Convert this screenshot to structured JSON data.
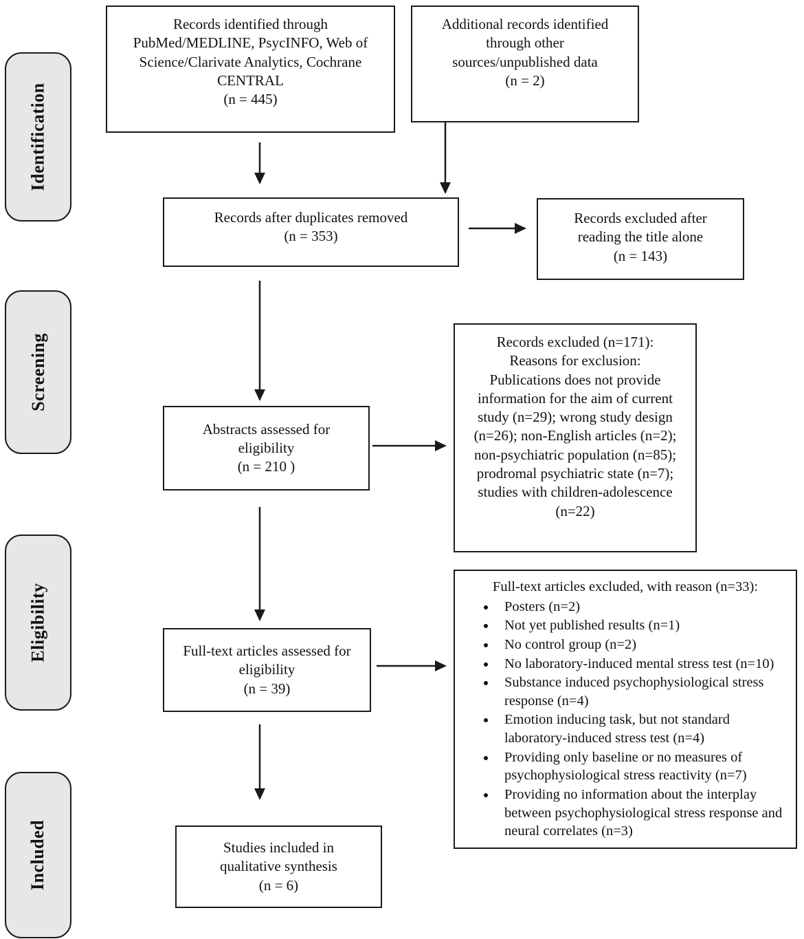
{
  "figure": {
    "type": "prisma-flow-diagram",
    "colors": {
      "stage_fill": "#e7e7e7",
      "line": "#1a1a1a",
      "box_fill": "#ffffff"
    }
  },
  "stages": [
    {
      "label": "Identification"
    },
    {
      "label": "Screening"
    },
    {
      "label": "Eligibility"
    },
    {
      "label": "Included"
    }
  ],
  "boxes": {
    "records_identified": "Records identified through\nPubMed/MEDLINE, PsycINFO, Web of\nScience/Clarivate Analytics, Cochrane\nCENTRAL\n(n = 445)",
    "additional_records": "Additional records identified\nthrough other\nsources/unpublished data\n(n = 2)",
    "after_duplicates": "Records after duplicates removed\n(n = 353)",
    "excluded_title_alone": "Records excluded after\nreading the title alone\n(n = 143)",
    "abstracts_assessed": "Abstracts assessed for\neligibility\n(n = 210 )",
    "records_excluded_reasons": "Records excluded (n=171):\nReasons for exclusion:\nPublications does not provide\ninformation for the aim of current\nstudy (n=29); wrong study design\n(n=26); non-English articles (n=2);\nnon-psychiatric population (n=85);\nprodromal psychiatric state (n=7);\nstudies with children-adolescence\n(n=22)",
    "fulltext_assessed": "Full-text articles assessed for\neligibility\n(n = 39)",
    "fulltext_excluded": {
      "header": "Full-text articles excluded, with reason (n=33):",
      "reasons": [
        "Posters (n=2)",
        "Not yet published results (n=1)",
        "No control group (n=2)",
        "No laboratory-induced mental stress test (n=10)",
        "Substance induced psychophysiological stress response (n=4)",
        "Emotion inducing task, but not standard laboratory-induced stress test (n=4)",
        "Providing only baseline or no measures of psychophysiological stress reactivity (n=7)",
        "Providing no information about the interplay between psychophysiological stress response and neural correlates (n=3)"
      ]
    },
    "studies_included": "Studies included in\nqualitative synthesis\n(n = 6)"
  }
}
